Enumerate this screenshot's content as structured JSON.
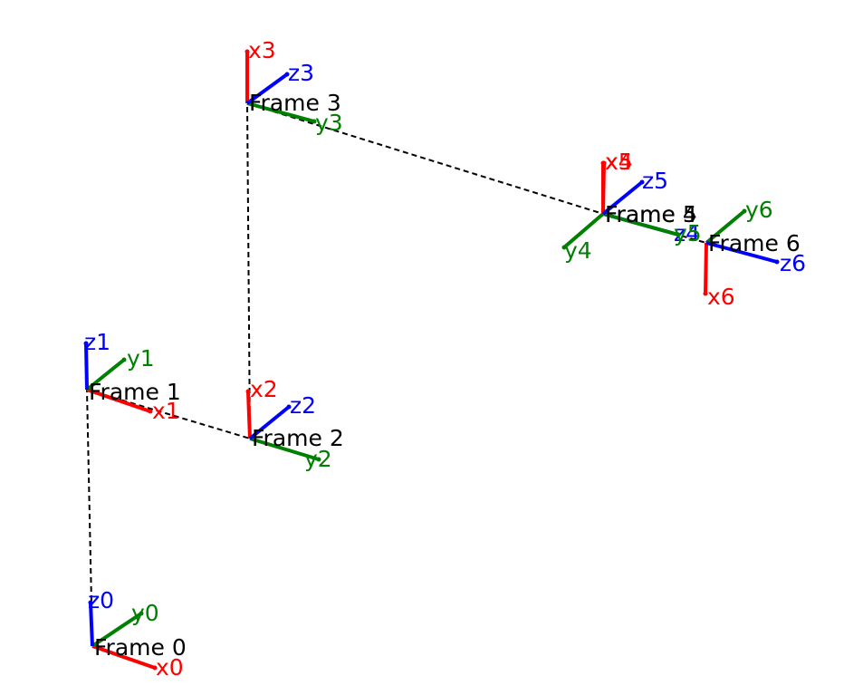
{
  "colors": {
    "x_axis": "#ff0000",
    "y_axis": "#008000",
    "z_axis": "#0000ff",
    "link": "#000000",
    "frame_label": "#000000"
  },
  "frames": [
    {
      "id": 0,
      "label": "Frame 0",
      "x_label": "x0",
      "y_label": "y0",
      "z_label": "z0"
    },
    {
      "id": 1,
      "label": "Frame 1",
      "x_label": "x1",
      "y_label": "y1",
      "z_label": "z1"
    },
    {
      "id": 2,
      "label": "Frame 2",
      "x_label": "x2",
      "y_label": "y2",
      "z_label": "z2"
    },
    {
      "id": 3,
      "label": "Frame 3",
      "x_label": "x3",
      "y_label": "y3",
      "z_label": "z3"
    },
    {
      "id": 4,
      "label": "Frame 4",
      "x_label": "x4",
      "y_label": "y4",
      "z_label": "z4"
    },
    {
      "id": 5,
      "label": "Frame 5",
      "x_label": "x5",
      "y_label": "y5",
      "z_label": "z5"
    },
    {
      "id": 6,
      "label": "Frame 6",
      "x_label": "x6",
      "y_label": "y6",
      "z_label": "z6"
    }
  ],
  "links": [
    {
      "from": 0,
      "to": 1
    },
    {
      "from": 1,
      "to": 2
    },
    {
      "from": 2,
      "to": 3
    },
    {
      "from": 3,
      "to": 4
    },
    {
      "from": 4,
      "to": 5
    },
    {
      "from": 5,
      "to": 6
    }
  ]
}
